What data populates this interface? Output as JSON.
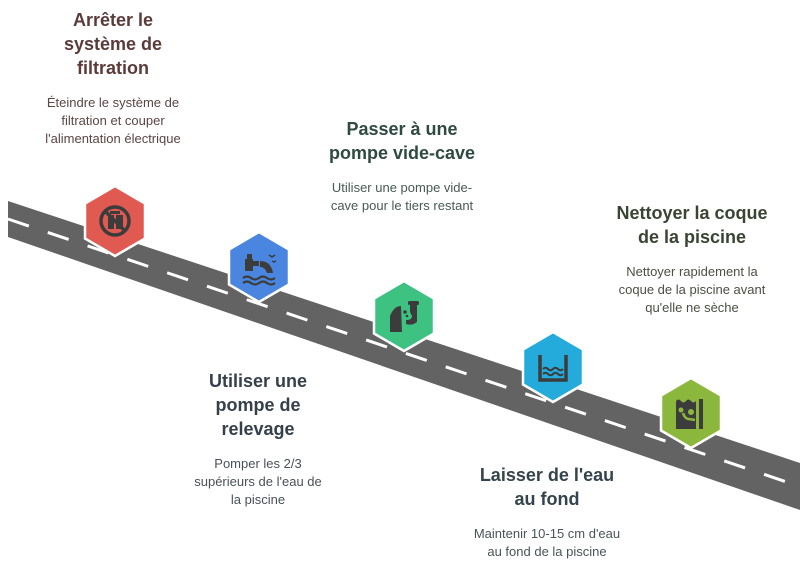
{
  "colors": {
    "road": "#636363",
    "lane_marking": "#ffffff",
    "hex_border": "#ffffff",
    "icon": "#3c3c3c"
  },
  "steps": [
    {
      "title": "Arrêter le système de filtration",
      "description": "Éteindre le système de filtration et couper l'alimentation électrique",
      "icon": "no-appliance-icon",
      "color": "#e05a52"
    },
    {
      "title": "Utiliser une pompe de relevage",
      "description": "Pomper les 2/3 supérieurs de l'eau de la piscine",
      "icon": "water-drain-pipe-icon",
      "color": "#4a86e0"
    },
    {
      "title": "Passer à une pompe vide-cave",
      "description": "Utiliser une pompe vide-cave pour le tiers restant",
      "icon": "sump-pump-icon",
      "color": "#3dc281"
    },
    {
      "title": "Laisser de l'eau au fond",
      "description": "Maintenir 10-15 cm d'eau au fond de la piscine",
      "icon": "water-container-icon",
      "color": "#25aadc"
    },
    {
      "title": "Nettoyer la coque de la piscine",
      "description": "Nettoyer rapidement la coque de la piscine avant qu'elle ne sèche",
      "icon": "pool-cleaning-icon",
      "color": "#8bb83c"
    }
  ]
}
